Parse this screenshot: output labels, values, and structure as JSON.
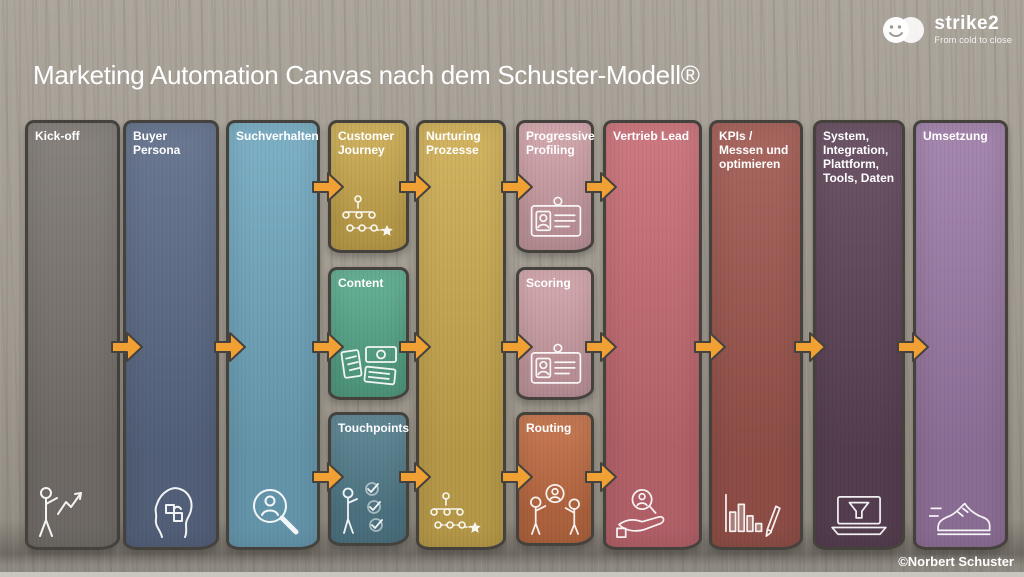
{
  "title": "Marketing Automation Canvas nach dem Schuster-Modell®",
  "logo": {
    "name": "strike2",
    "tagline": "From cold to close"
  },
  "copyright": "©Norbert Schuster",
  "colors": {
    "background": "#a19b91",
    "border": "#45423e",
    "arrow": "#f1a033",
    "label_text": "#ffffff"
  },
  "columns": [
    {
      "label": "Kick-off",
      "color": "#7d7772",
      "icon": "presenter-flipchart-icon"
    },
    {
      "label": "Buyer Persona",
      "color": "#5d6c88",
      "icon": "persona-head-icon"
    },
    {
      "label": "Suchverhalten",
      "color": "#72a9c1",
      "icon": "search-person-icon"
    },
    {
      "label": "Customer Journey",
      "color": "#cead52",
      "icon": "journey-map-icon"
    },
    {
      "label": "Content",
      "color": "#5aac8e",
      "icon": "content-docs-icon"
    },
    {
      "label": "Touchpoints",
      "color": "#55808f",
      "icon": "touchpoints-checklist-icon"
    },
    {
      "label": "Nurturing Prozesse",
      "color": "#cead52",
      "icon": "journey-map-icon"
    },
    {
      "label": "Progressive Profiling",
      "color": "#d2a4aa",
      "icon": "id-card-icon"
    },
    {
      "label": "Scoring",
      "color": "#d2a4aa",
      "icon": "id-card-icon"
    },
    {
      "label": "Routing",
      "color": "#c46f45",
      "icon": "routing-people-icon"
    },
    {
      "label": "Vertrieb Lead",
      "color": "#c96d75",
      "icon": "lead-hand-magnifier-icon"
    },
    {
      "label": "KPIs / Messen und optimieren",
      "color": "#a05850",
      "icon": "kpi-chart-pencil-icon"
    },
    {
      "label": "System, Integration, Plattform, Tools, Daten",
      "color": "#5f4559",
      "icon": "laptop-funnel-icon"
    },
    {
      "label": "Umsetzung",
      "color": "#9e7ca8",
      "icon": "sneaker-icon"
    }
  ]
}
